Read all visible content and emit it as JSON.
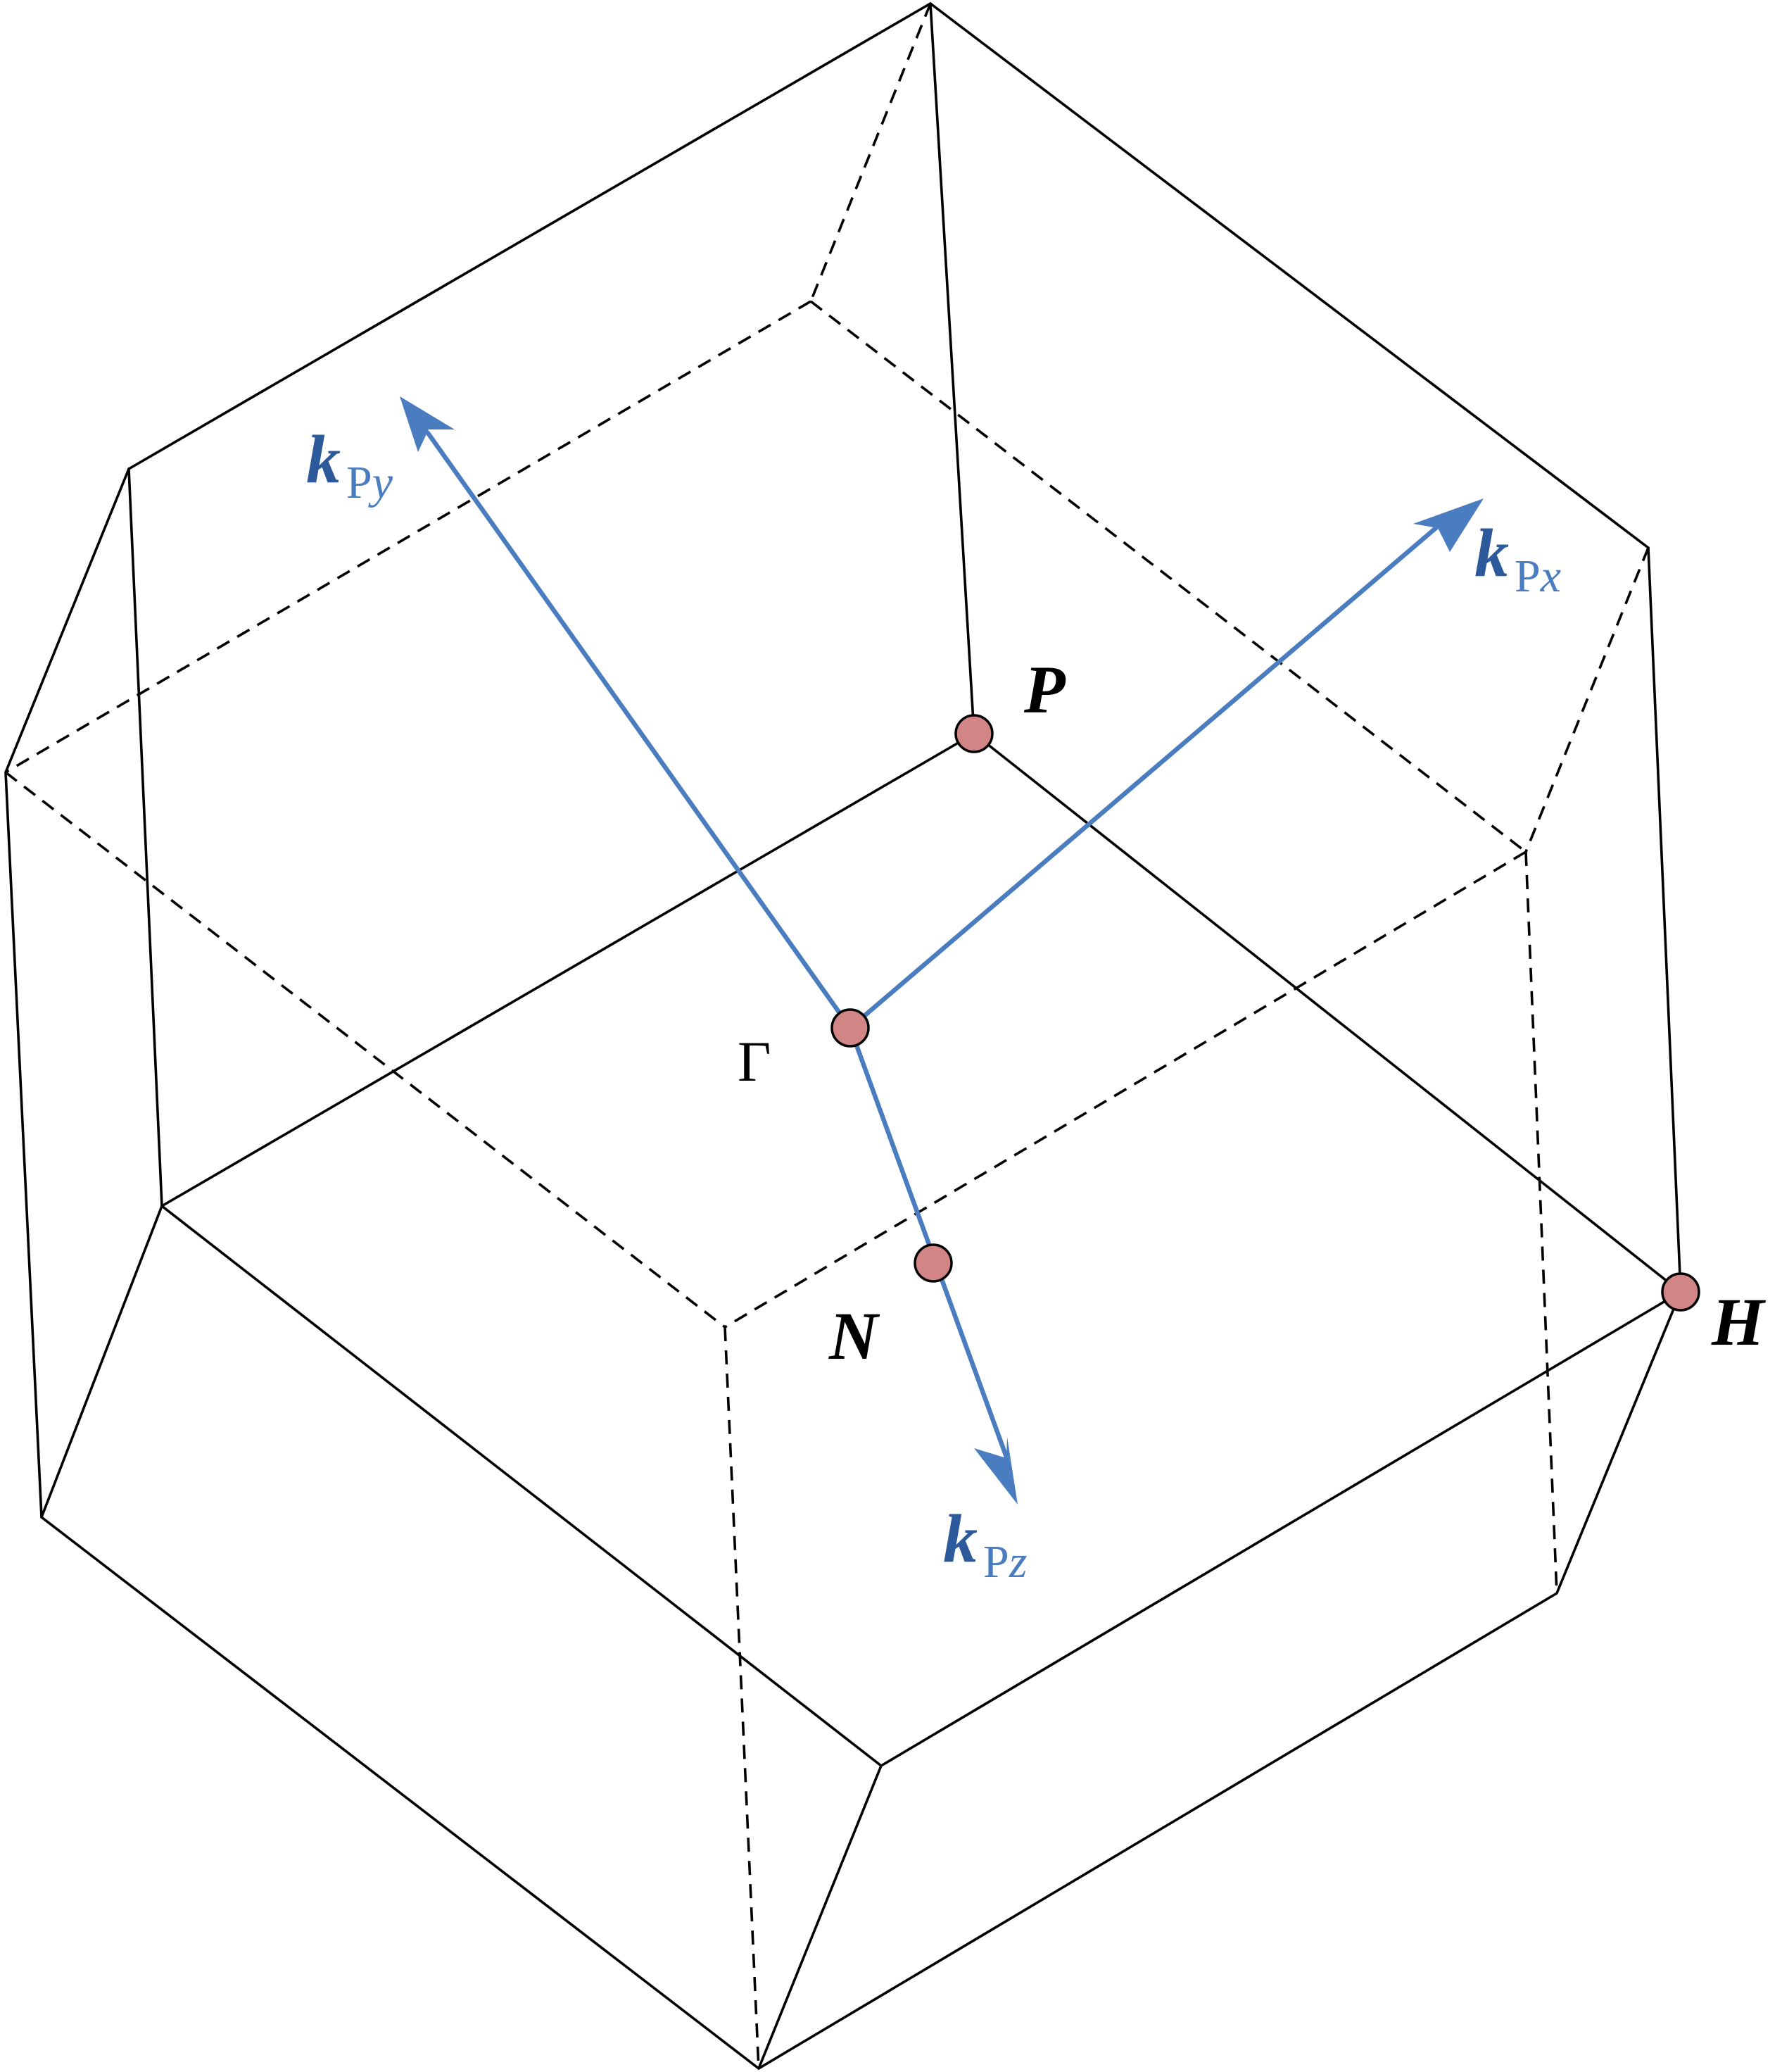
{
  "colors": {
    "edge": "#000000",
    "axis": "#4A7CC0",
    "axis_label": "#2D5A9A",
    "point_fill": "#D18585",
    "point_stroke": "#000000",
    "background": "#FFFFFF"
  },
  "points": {
    "gamma": "Γ",
    "n": "N",
    "p": "P",
    "h": "H"
  },
  "axes": {
    "x": {
      "main": "k",
      "sub": "P",
      "sub_var": "x"
    },
    "y": {
      "main": "k",
      "sub": "P",
      "sub_var": "y"
    },
    "z": {
      "main": "k",
      "sub": "P",
      "sub_var": "z"
    }
  }
}
